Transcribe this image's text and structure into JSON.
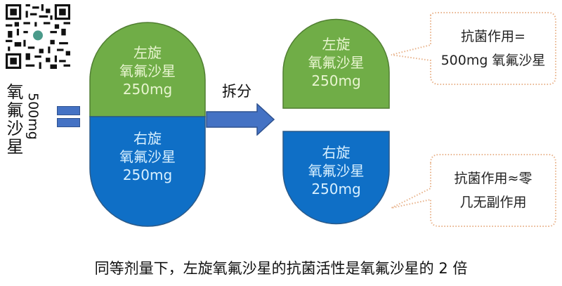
{
  "qr_code": {
    "icon": "qr-code-icon"
  },
  "left": {
    "title_vertical": "氧氟沙星",
    "dose_vertical": "500mg",
    "equals_symbol": "equals-icon"
  },
  "capsule": {
    "top": {
      "line1": "左旋",
      "line2": "氧氟沙星",
      "line3": "250mg",
      "color": "#70ad47"
    },
    "bottom": {
      "line1": "右旋",
      "line2": "氧氟沙星",
      "line3": "250mg",
      "color": "#0f6fc6"
    }
  },
  "arrow": {
    "label": "拆分",
    "color": "#4472c4"
  },
  "split": {
    "left_half": {
      "line1": "左旋",
      "line2": "氧氟沙星",
      "line3": "250mg",
      "color": "#70ad47"
    },
    "right_half": {
      "line1": "右旋",
      "line2": "氧氟沙星",
      "line3": "250mg",
      "color": "#0f6fc6"
    }
  },
  "callouts": [
    {
      "line1": "抗菌作用=",
      "line2": "500mg 氧氟沙星",
      "border_color": "#e8b28a"
    },
    {
      "line1": "抗菌作用≈零",
      "line2": "几无副作用",
      "border_color": "#e8b28a"
    }
  ],
  "caption": "同等剂量下，左旋氧氟沙星的抗菌活性是氧氟沙星的 2 倍"
}
